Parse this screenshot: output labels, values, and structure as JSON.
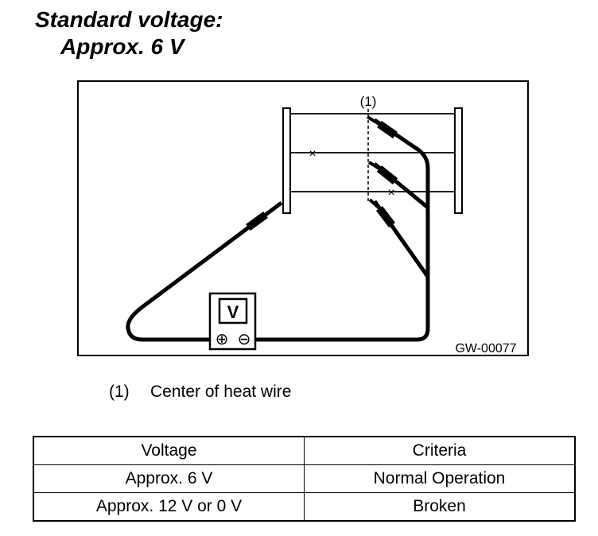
{
  "heading": {
    "line1": "Standard voltage:",
    "line2": "Approx. 6 V"
  },
  "figure": {
    "callout": "(1)",
    "meter_symbol": "V",
    "figure_code": "GW-00077",
    "wire_break_mark": "×",
    "terminal_plus": "⊕",
    "terminal_minus": "⊖"
  },
  "legend": {
    "number": "(1)",
    "text": "Center of heat wire"
  },
  "table": {
    "headers": [
      "Voltage",
      "Criteria"
    ],
    "rows": [
      [
        "Approx. 6 V",
        "Normal Operation"
      ],
      [
        "Approx. 12 V or 0 V",
        "Broken"
      ]
    ]
  }
}
